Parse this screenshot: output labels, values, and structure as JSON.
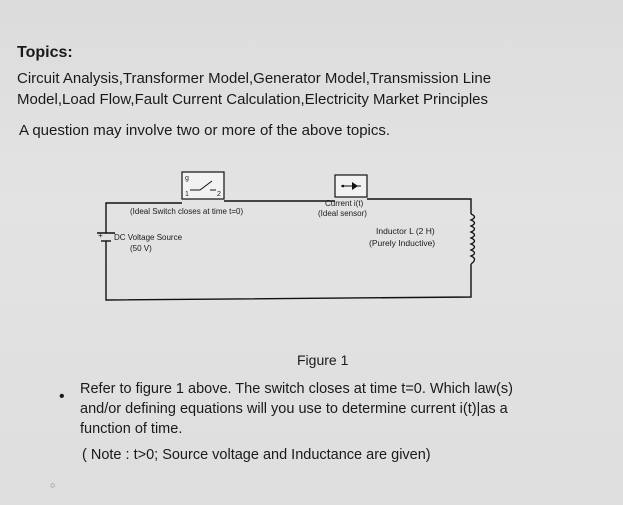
{
  "heading": "Topics:",
  "topics_line1": "Circuit Analysis,Transformer Model,Generator Model,Transmission Line",
  "topics_line2": "Model,Load Flow,Fault Current Calculation,Electricity Market Principles",
  "note_line": "A question may involve two or more of the above topics.",
  "figure": {
    "switch_label": "(Ideal Switch closes at time t=0)",
    "sensor_label1": "Current i(t)",
    "sensor_label2": "(Ideal sensor)",
    "source_label1": "DC Voltage Source",
    "source_label2": "(50 V)",
    "inductor_label1": "Inductor L (2 H)",
    "inductor_label2": "(Purely Inductive)",
    "switch_port_top": "g",
    "switch_port_1": "1",
    "switch_port_2": "2",
    "caption": "Figure 1"
  },
  "question": {
    "bullet": "•",
    "line1": "Refer to figure 1 above. The switch closes at time t=0. Which law(s)",
    "line2": "and/or defining equations will you use to determine current i(t)|as a",
    "line3": "function of time.",
    "note": "( Note : t>0; Source voltage and Inductance are given)"
  }
}
